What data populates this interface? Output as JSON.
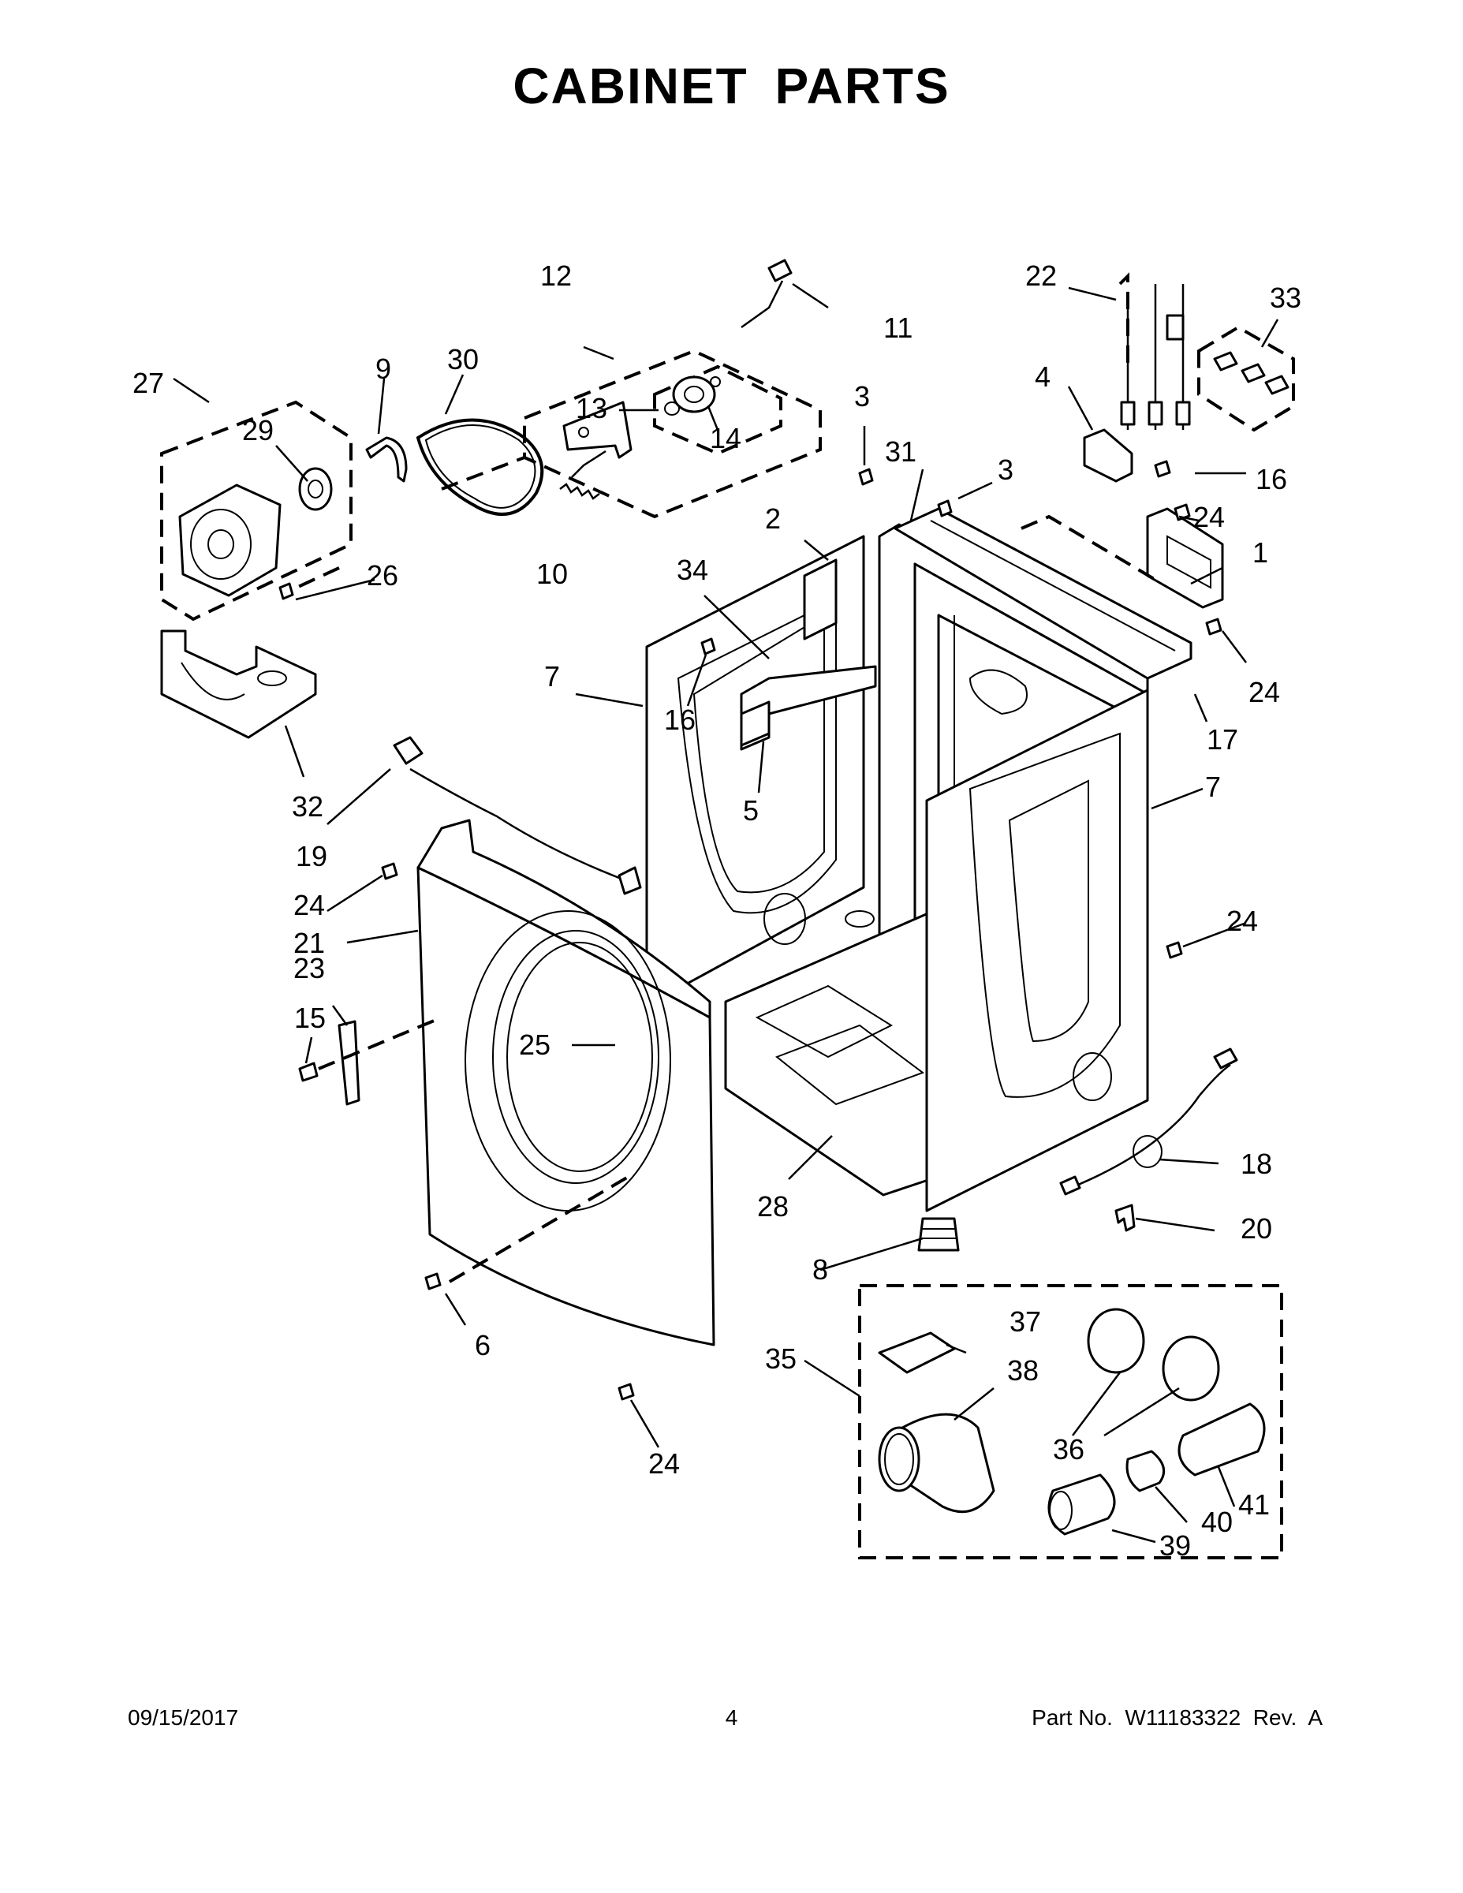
{
  "page": {
    "title": "CABINET PARTS",
    "footer": {
      "date": "09/15/2017",
      "page_number": "4",
      "part_number": "Part No.  W11183322  Rev.  A"
    }
  },
  "callouts": [
    {
      "id": "c1",
      "label": "1"
    },
    {
      "id": "c2",
      "label": "2"
    },
    {
      "id": "c3a",
      "label": "3"
    },
    {
      "id": "c3b",
      "label": "3"
    },
    {
      "id": "c4",
      "label": "4"
    },
    {
      "id": "c5",
      "label": "5"
    },
    {
      "id": "c6",
      "label": "6"
    },
    {
      "id": "c7a",
      "label": "7"
    },
    {
      "id": "c7b",
      "label": "7"
    },
    {
      "id": "c8",
      "label": "8"
    },
    {
      "id": "c9",
      "label": "9"
    },
    {
      "id": "c10",
      "label": "10"
    },
    {
      "id": "c11",
      "label": "11"
    },
    {
      "id": "c12",
      "label": "12"
    },
    {
      "id": "c13",
      "label": "13"
    },
    {
      "id": "c14",
      "label": "14"
    },
    {
      "id": "c15",
      "label": "15"
    },
    {
      "id": "c16a",
      "label": "16"
    },
    {
      "id": "c16b",
      "label": "16"
    },
    {
      "id": "c17",
      "label": "17"
    },
    {
      "id": "c18",
      "label": "18"
    },
    {
      "id": "c19",
      "label": "19"
    },
    {
      "id": "c20",
      "label": "20"
    },
    {
      "id": "c21",
      "label": "21"
    },
    {
      "id": "c22",
      "label": "22"
    },
    {
      "id": "c23",
      "label": "23"
    },
    {
      "id": "c24a",
      "label": "24"
    },
    {
      "id": "c24b",
      "label": "24"
    },
    {
      "id": "c24c",
      "label": "24"
    },
    {
      "id": "c24d",
      "label": "24"
    },
    {
      "id": "c24e",
      "label": "24"
    },
    {
      "id": "c25",
      "label": "25"
    },
    {
      "id": "c26",
      "label": "26"
    },
    {
      "id": "c27",
      "label": "27"
    },
    {
      "id": "c28",
      "label": "28"
    },
    {
      "id": "c29",
      "label": "29"
    },
    {
      "id": "c30",
      "label": "30"
    },
    {
      "id": "c31",
      "label": "31"
    },
    {
      "id": "c32",
      "label": "32"
    },
    {
      "id": "c33",
      "label": "33"
    },
    {
      "id": "c34",
      "label": "34"
    },
    {
      "id": "c35",
      "label": "35"
    },
    {
      "id": "c36",
      "label": "36"
    },
    {
      "id": "c37",
      "label": "37"
    },
    {
      "id": "c38",
      "label": "38"
    },
    {
      "id": "c39",
      "label": "39"
    },
    {
      "id": "c40",
      "label": "40"
    },
    {
      "id": "c41",
      "label": "41"
    }
  ]
}
